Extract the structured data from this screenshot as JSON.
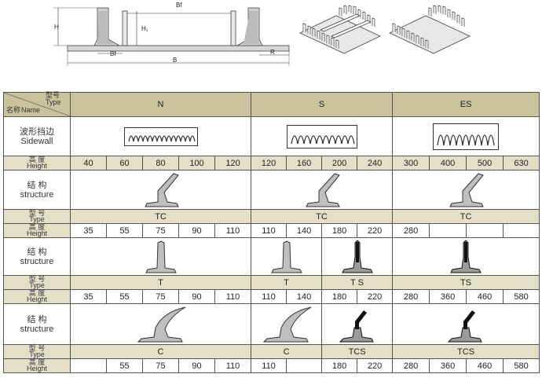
{
  "drawing": {
    "dims": {
      "H": "H",
      "H1": "H₁",
      "Bf_top": "Bf",
      "Bf_bottom": "Bf",
      "B": "B",
      "R": "R"
    }
  },
  "table": {
    "header": {
      "type_cn": "型号",
      "type_en": "Type",
      "name_cn": "名称",
      "name_en": "Name",
      "N": "N",
      "S": "S",
      "ES": "ES"
    },
    "sidewall_label": {
      "cn": "波形挡边",
      "en": "Sidewall"
    },
    "height_label": {
      "cn": "高    度",
      "en": "Height"
    },
    "structure_label": {
      "cn": "结  构",
      "en": "structure"
    },
    "type_label": {
      "cn": "型  号",
      "en": "Type"
    },
    "sidewall_heights": [
      "40",
      "60",
      "80",
      "100",
      "120",
      "120",
      "160",
      "200",
      "240",
      "300",
      "400",
      "500",
      "630"
    ],
    "tc": {
      "type_N": "TC",
      "type_S": "TC",
      "type_ES": "TC",
      "heights": [
        "35",
        "55",
        "75",
        "90",
        "110",
        "110",
        "140",
        "180",
        "220",
        "280",
        "",
        "",
        ""
      ]
    },
    "t": {
      "type_N": "T",
      "type_S1": "T",
      "type_S2": "T S",
      "type_ES": "TS",
      "heights": [
        "35",
        "55",
        "75",
        "90",
        "110",
        "110",
        "140",
        "180",
        "220",
        "280",
        "360",
        "460",
        "580"
      ]
    },
    "c": {
      "type_N": "C",
      "type_S1": "C",
      "type_S2": "TCS",
      "type_ES": "TCS",
      "heights": [
        "",
        "55",
        "75",
        "90",
        "110",
        "110",
        "",
        "180",
        "220",
        "280",
        "360",
        "460",
        "580"
      ]
    }
  }
}
